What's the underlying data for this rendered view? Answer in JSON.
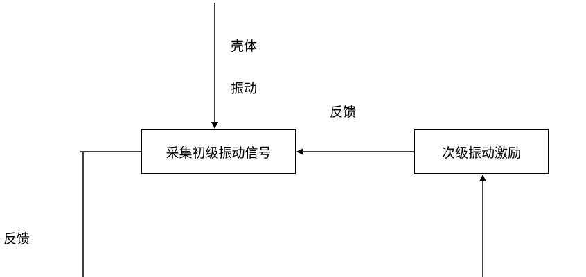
{
  "labels": {
    "shell": "壳体",
    "vibration": "振动",
    "feedback_top": "反馈",
    "feedback_left": "反馈"
  },
  "boxes": {
    "collect": "采集初级振动信号",
    "secondary": "次级振动激励"
  },
  "colors": {
    "line": "#000000",
    "background": "#ffffff"
  }
}
